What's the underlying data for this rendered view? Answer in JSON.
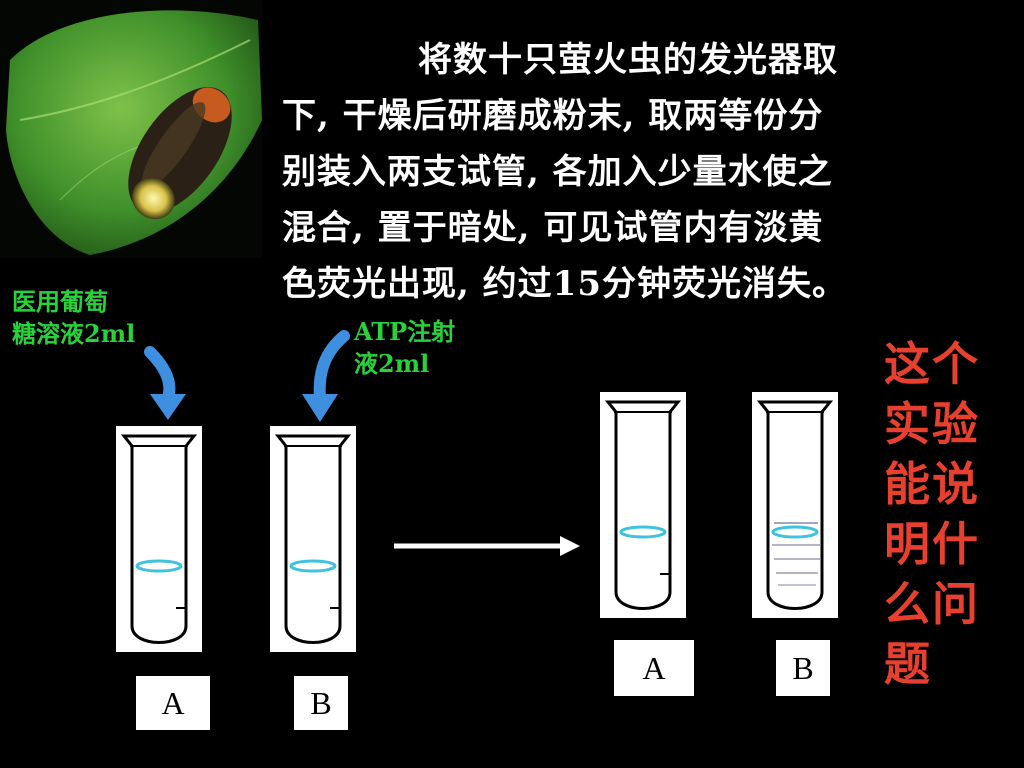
{
  "slide": {
    "description_lines": [
      "将数十只萤火虫的发光器取",
      "下, 干燥后研磨成粉末, 取两等份分",
      "别装入两支试管, 各加入少量水使之",
      "混合, 置于暗处, 可见试管内有淡黄",
      "色荧光出现, 约过15分钟荧光消失。"
    ],
    "label_glucose_lines": [
      "医用葡萄",
      "糖溶液2ml"
    ],
    "label_atp_lines": [
      "ATP注射",
      "液2ml"
    ],
    "question_chars": [
      "这个",
      "实验",
      "能说",
      "明什",
      "么问",
      "题"
    ],
    "tube_labels": {
      "left_a": "A",
      "left_b": "B",
      "right_a": "A",
      "right_b": "B"
    }
  },
  "colors": {
    "background": "#000000",
    "main_text": "#ffffff",
    "label_green": "#29d13a",
    "question_red": "#e8402f",
    "arrow_blue": "#3f8fe0",
    "liquid_cyan": "#3fc3dc"
  },
  "icons": [
    "firefly-photo",
    "blue-down-arrow",
    "right-arrow",
    "test-tube"
  ]
}
